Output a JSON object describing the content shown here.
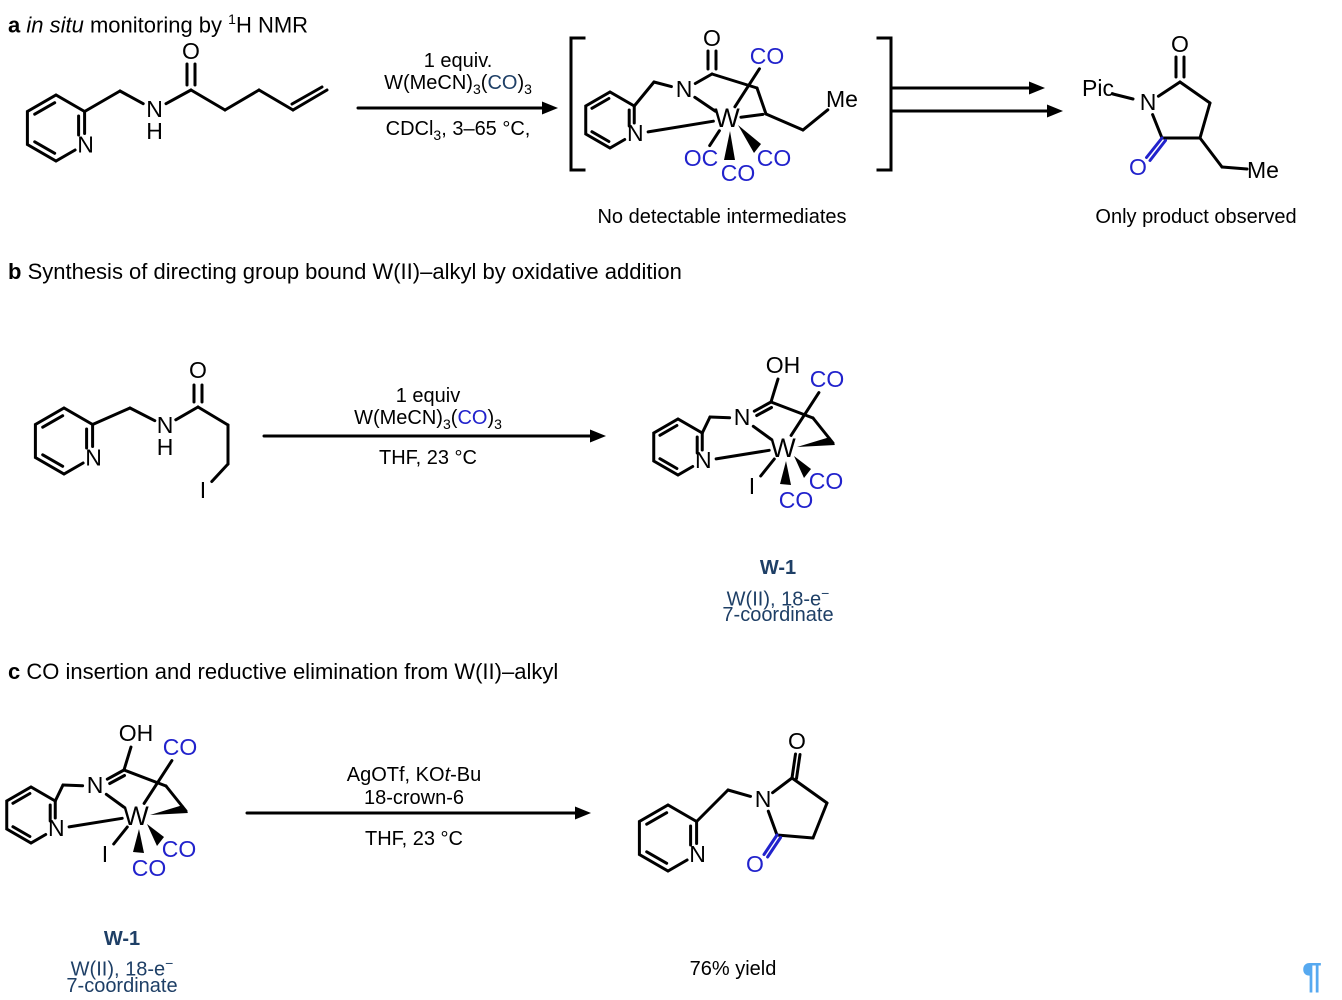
{
  "colors": {
    "structure_blue": "#2122CC",
    "caption_navy": "#1E3F66",
    "pilcrow_blue": "#56A9F0",
    "bond_black": "#000000"
  },
  "atoms": {
    "N": "N",
    "H": "H",
    "O": "O",
    "OH": "OH",
    "W": "W",
    "CO": "CO",
    "OC": "OC",
    "I": "I",
    "Me": "Me",
    "Pic": "Pic"
  },
  "panel_a": {
    "section_label": "a",
    "title_italic": " in situ",
    "title_mid": " monitoring by ",
    "title_sup": "1",
    "title_tail": "H NMR",
    "arrow_line1": "1 equiv.",
    "formula": {
      "pre": "W(MeCN)",
      "sub1": "3",
      "open": "(",
      "co": "CO",
      "close": ")",
      "sub2": "3"
    },
    "cond_pre": "CDCl",
    "cond_sub": "3",
    "cond_rest": ", 3–65 °C,",
    "bracket_caption": "No detectable intermediates",
    "product_caption": "Only product observed"
  },
  "panel_b": {
    "section_label": "b",
    "title": " Synthesis of directing group bound W(II)–alkyl by oxidative addition",
    "arrow_line1": "1 equiv",
    "formula": {
      "pre": "W(MeCN)",
      "sub1": "3",
      "open": "(",
      "co": "CO",
      "close": ")",
      "sub2": "3"
    },
    "conditions": "THF, 23 °C",
    "w1": {
      "name": "W-1",
      "desc1_pre": "W(II), 18-e",
      "desc1_sup": "−",
      "desc2": "7-coordinate"
    }
  },
  "panel_c": {
    "section_label": "c",
    "title": " CO insertion and reductive elimination from W(II)–alkyl",
    "reagent1_pre": "AgOTf, KO",
    "reagent1_it": "t",
    "reagent1_post": "-Bu",
    "reagent2": "18-crown-6",
    "conditions": "THF, 23 °C",
    "yield_text": "76% yield",
    "w1": {
      "name": "W-1",
      "desc1_pre": "W(II), 18-e",
      "desc1_sup": "−",
      "desc2": "7-coordinate"
    }
  },
  "pilcrow": "¶"
}
